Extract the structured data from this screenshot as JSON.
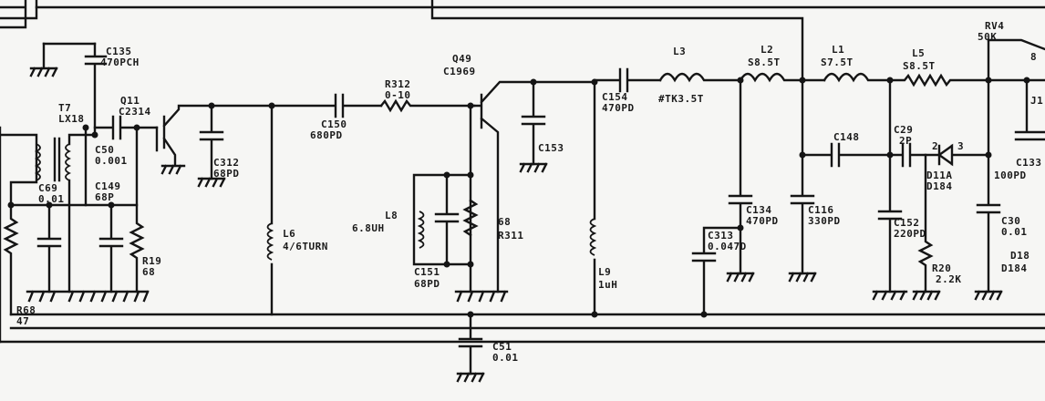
{
  "labels": {
    "c135": "C135",
    "c135_val": "470PCH",
    "t7": "T7",
    "t7_val": "LX18",
    "q11": "Q11",
    "q11_val": "C2314",
    "c50": "C50",
    "c50_val": "0.001",
    "c69": "C69",
    "c69_val": "0.01",
    "c149": "C149",
    "c149_val": "68P",
    "r19": "R19",
    "r19_val": "68",
    "r68": "R68",
    "r68_val": "47",
    "c312": "C312",
    "c312_val": "68PD",
    "c150": "C150",
    "c150_val": "680PD",
    "r312": "R312",
    "r312_val": "0-10",
    "q49": "Q49",
    "q49_val": "C1969",
    "l6": "L6",
    "l6_val": "4/6TURN",
    "l8": "L8",
    "l8_val": "6.8UH",
    "c151": "C151",
    "c151_val": "68PD",
    "r311": "R311",
    "r311_val": "68",
    "c153": "C153",
    "c154": "C154",
    "c154_val": "470PD",
    "l3": "L3",
    "l3_val": "#TK3.5T",
    "l9": "L9",
    "l9_val": "1uH",
    "l2": "L2",
    "l2_val": "S8.5T",
    "l1": "L1",
    "l1_val": "S7.5T",
    "l5": "L5",
    "l5_val": "S8.5T",
    "c313": "C313",
    "c313_val": "0.047D",
    "c134": "C134",
    "c134_val": "470PD",
    "c116": "C116",
    "c116_val": "330PD",
    "c148": "C148",
    "c29": "C29",
    "c29_val": "2P",
    "d11a": "D11A",
    "d11a_val": "D184",
    "c152": "C152",
    "c152_val": "220PD",
    "r20": "R20",
    "r20_val": "2.2K",
    "rv4": "RV4",
    "rv4_val": "50K",
    "c133": "C133",
    "c133_val": "100PD",
    "c30": "C30",
    "c30_val": "0.01",
    "d18": "D18",
    "d18_val": "D184",
    "c51": "C51",
    "c51_val": "0.01",
    "j1": "J1",
    "pin2": "2",
    "pin3": "3",
    "partial_8": "8"
  }
}
